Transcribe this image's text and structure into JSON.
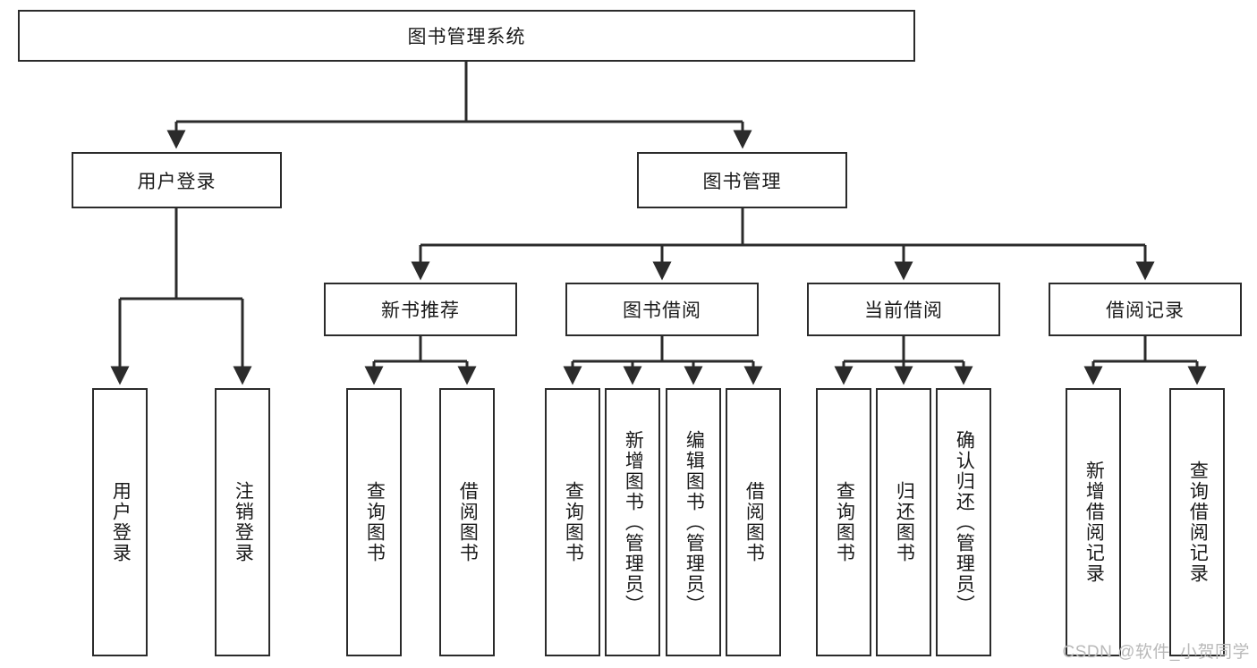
{
  "diagram": {
    "type": "tree",
    "title": "图书管理系统",
    "root": {
      "id": "root",
      "label": "图书管理系统"
    },
    "level2": [
      {
        "id": "login",
        "label": "用户登录"
      },
      {
        "id": "bookmgmt",
        "label": "图书管理"
      }
    ],
    "level3": [
      {
        "id": "newbook",
        "label": "新书推荐",
        "parent": "bookmgmt"
      },
      {
        "id": "borrow",
        "label": "图书借阅",
        "parent": "bookmgmt"
      },
      {
        "id": "current",
        "label": "当前借阅",
        "parent": "bookmgmt"
      },
      {
        "id": "record",
        "label": "借阅记录",
        "parent": "bookmgmt"
      }
    ],
    "leaves": [
      {
        "id": "leaf-user-login",
        "label": "用户登录",
        "parent": "login"
      },
      {
        "id": "leaf-logout",
        "label": "注销登录",
        "parent": "login"
      },
      {
        "id": "leaf-query-book-1",
        "label": "查询图书",
        "parent": "newbook"
      },
      {
        "id": "leaf-borrow-book-1",
        "label": "借阅图书",
        "parent": "newbook"
      },
      {
        "id": "leaf-query-book-2",
        "label": "查询图书",
        "parent": "borrow"
      },
      {
        "id": "leaf-add-book",
        "label": "新增图书（管理员）",
        "parent": "borrow"
      },
      {
        "id": "leaf-edit-book",
        "label": "编辑图书（管理员）",
        "parent": "borrow"
      },
      {
        "id": "leaf-borrow-book-2",
        "label": "借阅图书",
        "parent": "borrow"
      },
      {
        "id": "leaf-query-book-3",
        "label": "查询图书",
        "parent": "current"
      },
      {
        "id": "leaf-return-book",
        "label": "归还图书",
        "parent": "current"
      },
      {
        "id": "leaf-confirm-return",
        "label": "确认归还（管理员）",
        "parent": "current"
      },
      {
        "id": "leaf-add-record",
        "label": "新增借阅记录",
        "parent": "record"
      },
      {
        "id": "leaf-query-record",
        "label": "查询借阅记录",
        "parent": "record"
      }
    ],
    "colors": {
      "background": "#ffffff",
      "box_border": "#2b2b2b",
      "box_fill": "#ffffff",
      "connector": "#2b2b2b",
      "text": "#1a1a1a",
      "watermark": "#b9b9b9"
    }
  },
  "watermark": {
    "text": "CSDN @软件_小贺同学"
  }
}
